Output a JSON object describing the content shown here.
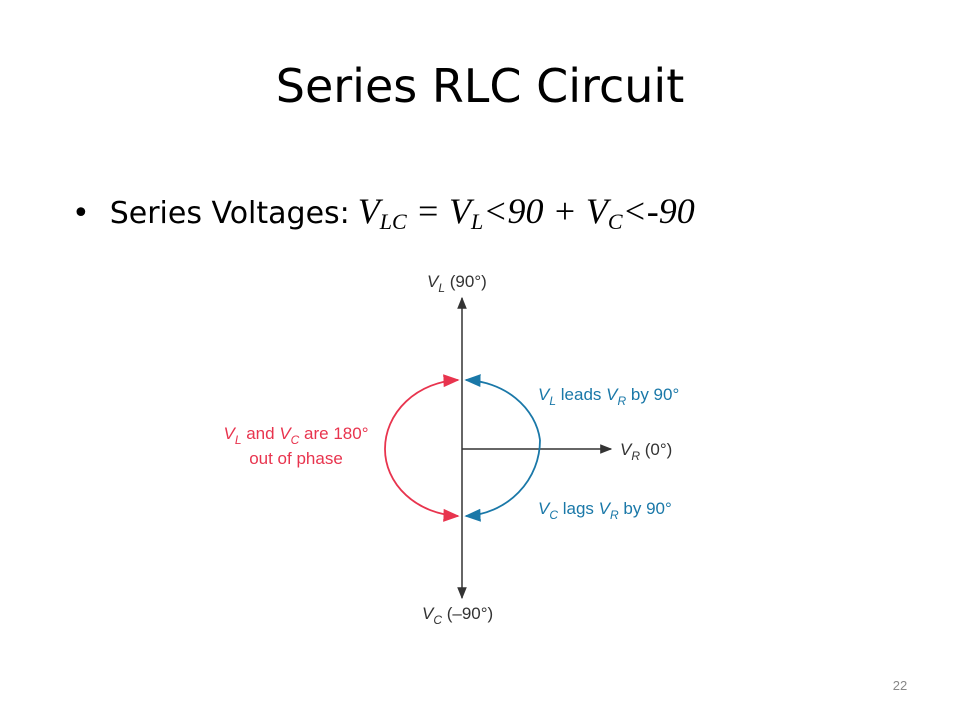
{
  "slide": {
    "title": "Series RLC Circuit",
    "bullet_symbol": "•",
    "bullet_label": "Series Voltages:",
    "equation": {
      "v1": "V",
      "sub1": "LC",
      "eq": " = ",
      "v2": "V",
      "sub2": "L",
      "t2": "<90 + ",
      "v3": "V",
      "sub3": "C",
      "t3": "<-90"
    },
    "page_number": "22"
  },
  "diagram": {
    "vl_label": {
      "main": "V",
      "sub": "L",
      "rest": " (90°)"
    },
    "vr_label": {
      "main": "V",
      "sub": "R",
      "rest": " (0°)"
    },
    "vc_label": {
      "main": "V",
      "sub": "C",
      "rest": " (–90°)"
    },
    "leads_label": {
      "v1": "V",
      "s1": "L",
      "mid": " leads ",
      "v2": "V",
      "s2": "R",
      "end": " by 90°"
    },
    "lags_label": {
      "v1": "V",
      "s1": "C",
      "mid": " lags ",
      "v2": "V",
      "s2": "R",
      "end": " by 90°"
    },
    "phase_label": {
      "line1": {
        "v1": "V",
        "s1": "L",
        "mid": " and ",
        "v2": "V",
        "s2": "C",
        "end": " are 180°"
      },
      "line2": "out of phase"
    },
    "colors": {
      "axis": "#333333",
      "blue": "#1a78a8",
      "red": "#e8344e"
    }
  }
}
